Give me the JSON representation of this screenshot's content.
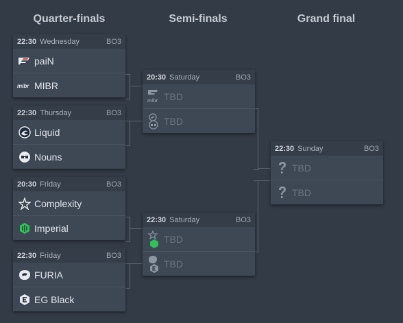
{
  "columns": {
    "quarter": "Quarter-finals",
    "semi": "Semi-finals",
    "final": "Grand final"
  },
  "tbd_label": "TBD",
  "quarter_finals": [
    {
      "time": "22:30",
      "day": "Wednesday",
      "format": "BO3",
      "team1": {
        "name": "paiN",
        "icon": "pain-logo"
      },
      "team2": {
        "name": "MIBR",
        "icon": "mibr-logo"
      }
    },
    {
      "time": "22:30",
      "day": "Thursday",
      "format": "BO3",
      "team1": {
        "name": "Liquid",
        "icon": "liquid-logo"
      },
      "team2": {
        "name": "Nouns",
        "icon": "nouns-logo"
      }
    },
    {
      "time": "20:30",
      "day": "Friday",
      "format": "BO3",
      "team1": {
        "name": "Complexity",
        "icon": "complexity-logo"
      },
      "team2": {
        "name": "Imperial",
        "icon": "imperial-logo"
      }
    },
    {
      "time": "22:30",
      "day": "Friday",
      "format": "BO3",
      "team1": {
        "name": "FURIA",
        "icon": "furia-logo"
      },
      "team2": {
        "name": "EG Black",
        "icon": "eg-logo"
      }
    }
  ],
  "semi_finals": [
    {
      "time": "20:30",
      "day": "Saturday",
      "format": "BO3",
      "team1": {
        "name": "TBD",
        "icon": "pain-mibr-logos"
      },
      "team2": {
        "name": "TBD",
        "icon": "liquid-nouns-logos"
      }
    },
    {
      "time": "22:30",
      "day": "Saturday",
      "format": "BO3",
      "team1": {
        "name": "TBD",
        "icon": "complexity-imperial-logos"
      },
      "team2": {
        "name": "TBD",
        "icon": "furia-eg-logos"
      }
    }
  ],
  "grand_final": {
    "time": "22:30",
    "day": "Sunday",
    "format": "BO3",
    "team1": {
      "name": "TBD",
      "icon": "question-icon"
    },
    "team2": {
      "name": "TBD",
      "icon": "question-icon"
    }
  },
  "colors": {
    "background": "#333b47",
    "card": "#3e4754",
    "imperial_green": "#2fc25b"
  }
}
